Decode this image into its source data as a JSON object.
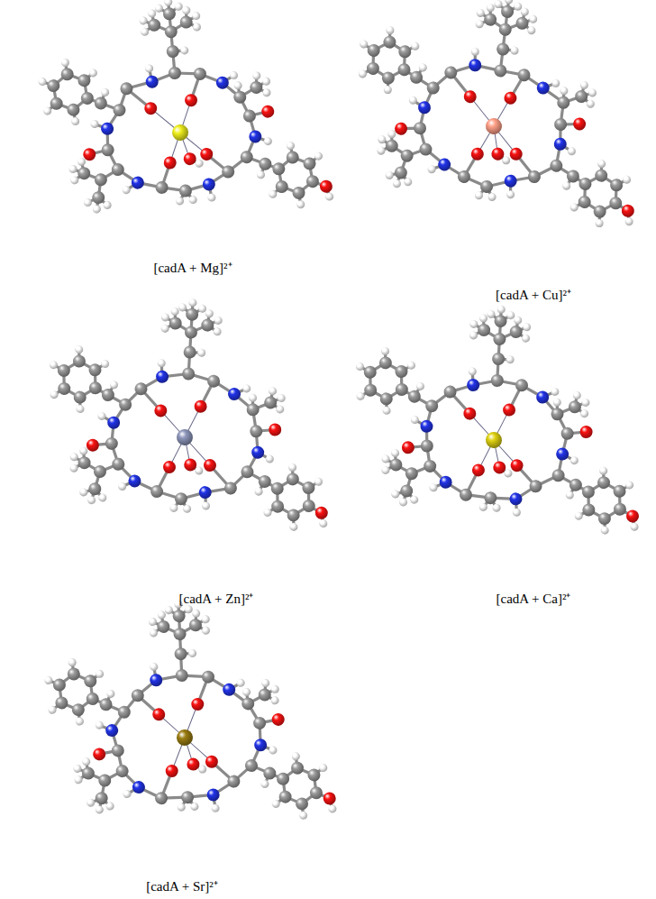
{
  "diagram": {
    "labels": [
      "[cadA + Mg]²⁺",
      "[cadA + Cu]²⁺",
      "[cadA + Zn]²⁺",
      "[cadA + Ca]²⁺",
      "[cadA + Sr]²⁺"
    ]
  }
}
